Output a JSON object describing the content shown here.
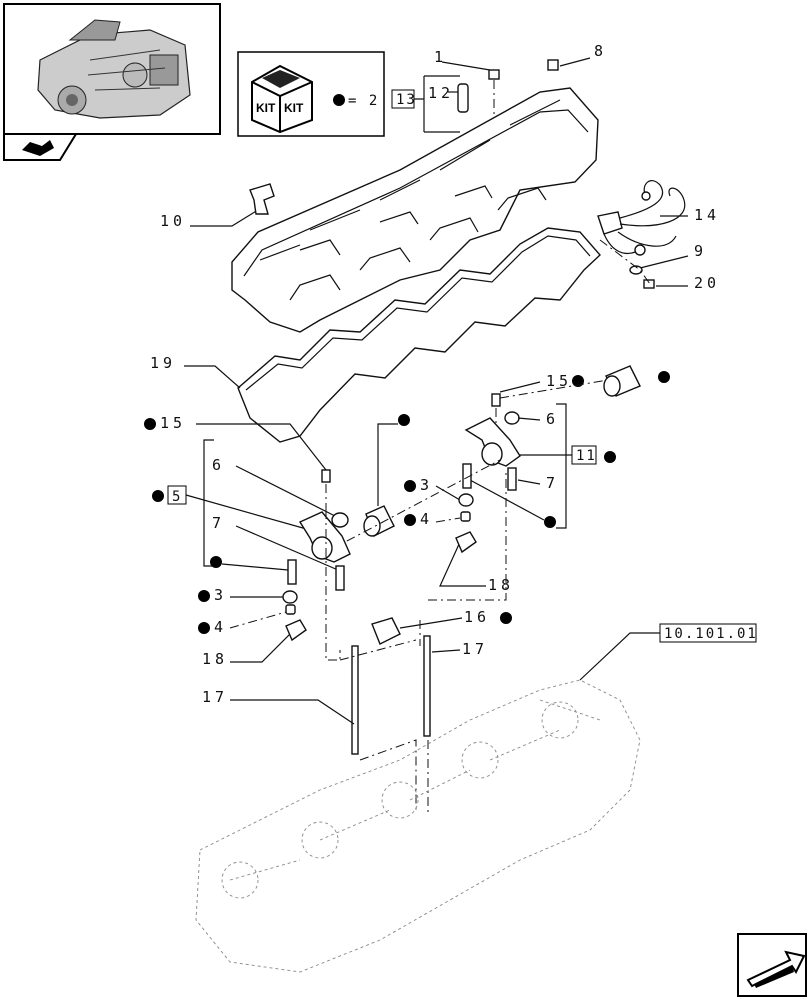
{
  "kit_box": {
    "kit_word_1": "KIT",
    "kit_word_2": "KIT",
    "equation": "= 2"
  },
  "refs": {
    "ref_13": "13",
    "ref_11": "11",
    "ref_5": "5",
    "ref_10_101_01": "10.101.01"
  },
  "callouts": {
    "c1": "1",
    "c8": "8",
    "c12": "12",
    "c10": "10",
    "c14": "14",
    "c9": "9",
    "c20": "20",
    "c19": "19",
    "c15a": "15",
    "c6a": "6",
    "c7a": "7",
    "c3a": "3",
    "c4a": "4",
    "c15b": "15",
    "c6b": "6",
    "c5": "5",
    "c7b": "7",
    "c3b": "3",
    "c4b": "4",
    "c18a": "18",
    "c16": "16",
    "c17a": "17",
    "c18b": "18",
    "c17b": "17"
  },
  "icons": [
    "engine-thumbnail-icon",
    "kit-box-icon",
    "book-nav-icon",
    "next-page-arrow-icon",
    "bullet-dot-icon"
  ]
}
